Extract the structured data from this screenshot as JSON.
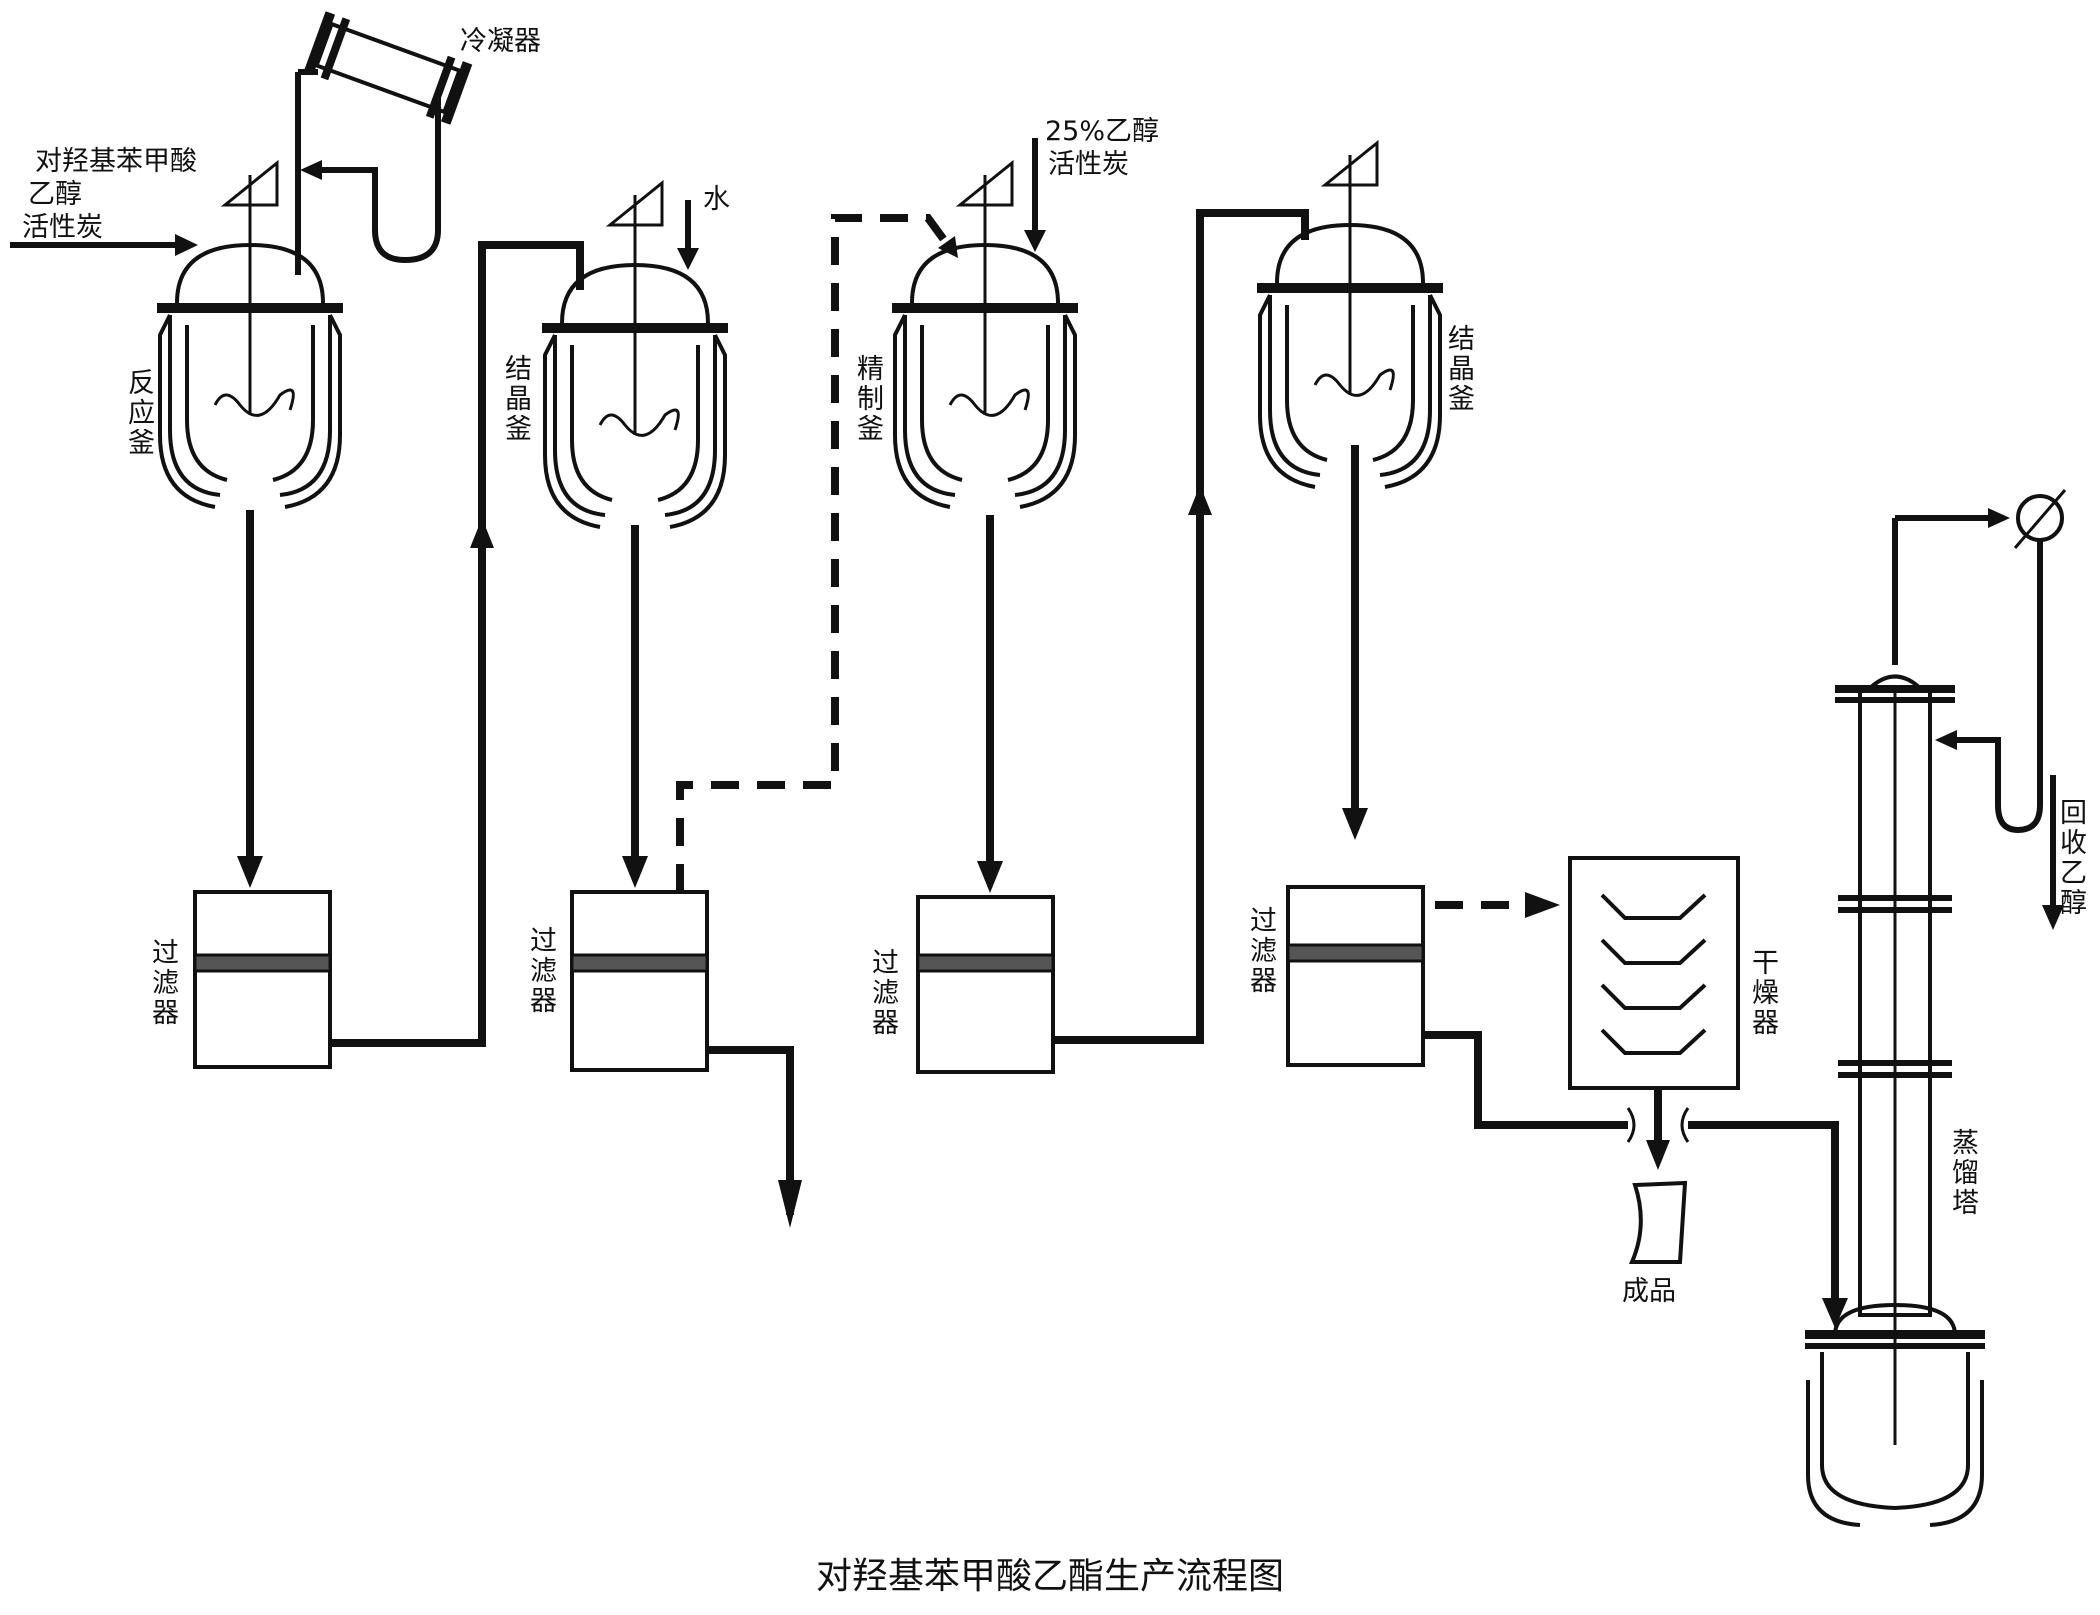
{
  "title": "对羟基苯甲酸乙酯生产流程图",
  "feeds": {
    "reactor_feed": [
      "对羟基苯甲酸",
      "乙醇",
      "活性炭"
    ],
    "water": "水",
    "refining_feed": [
      "25%乙醇",
      "活性炭"
    ]
  },
  "equipment": {
    "condenser": "冷凝器",
    "reactor": [
      "反",
      "应",
      "釜"
    ],
    "crystallizer1": [
      "结",
      "晶",
      "釜"
    ],
    "refiner": [
      "精",
      "制",
      "釜"
    ],
    "crystallizer2": [
      "结",
      "晶",
      "釜"
    ],
    "filter": [
      "过",
      "滤",
      "器"
    ],
    "dryer": [
      "干",
      "燥",
      "器"
    ],
    "distillation": [
      "蒸",
      "馏",
      "塔"
    ],
    "product": "成品",
    "recovered": [
      "回",
      "收",
      "乙",
      "醇"
    ]
  }
}
